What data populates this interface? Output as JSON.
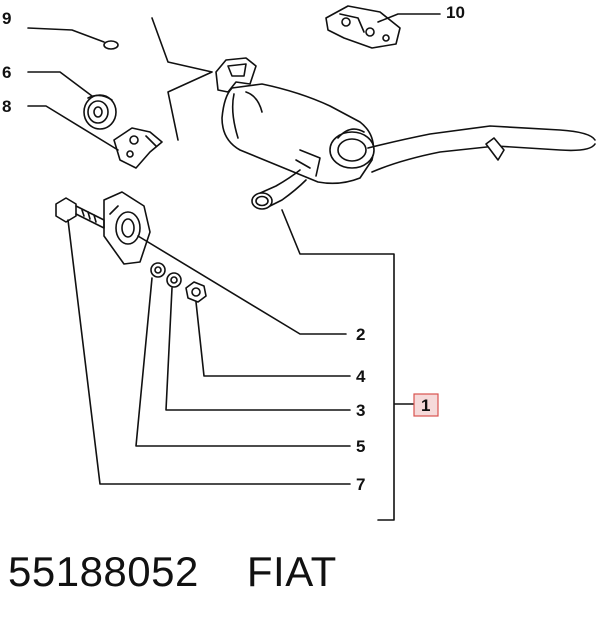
{
  "callouts": {
    "c1": "1",
    "c2": "2",
    "c3": "3",
    "c4": "4",
    "c5": "5",
    "c6": "6",
    "c7": "7",
    "c8": "8",
    "c9": "9",
    "c10": "10"
  },
  "footer": {
    "part_number": "55188052",
    "brand": "FIAT"
  },
  "colors": {
    "line": "#111111",
    "highlight_border": "#d9534f",
    "highlight_fill": "#f6dada"
  }
}
